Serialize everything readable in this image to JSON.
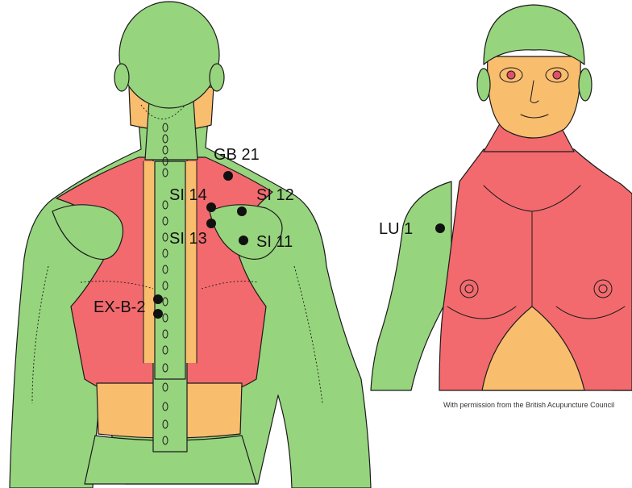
{
  "colors": {
    "green": "#97d47e",
    "red": "#f26a6e",
    "orange": "#f9bd6e",
    "point": "#111111",
    "outline": "#1a1a1a"
  },
  "back_view": {
    "points": [
      {
        "label": "GB 21"
      },
      {
        "label": "SI 14"
      },
      {
        "label": "SI 12"
      },
      {
        "label": "SI 13"
      },
      {
        "label": "SI 11"
      },
      {
        "label": "EX-B-2"
      }
    ]
  },
  "front_view": {
    "points": [
      {
        "label": "LU 1"
      }
    ]
  },
  "credit": "With permission from the British Acupuncture Council"
}
